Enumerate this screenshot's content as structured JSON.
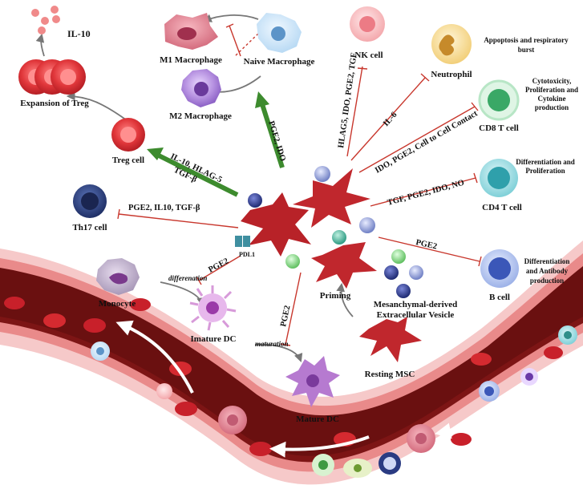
{
  "cells": {
    "il10": "IL-10",
    "expansion_treg": "Expansion of Treg",
    "treg": "Treg cell",
    "th17": "Th17 cell",
    "m1": "M1 Macrophage",
    "naive_mac": "Naive Macrophage",
    "m2": "M2 Macrophage",
    "nk": "NK cell",
    "neutrophil": "Neutrophil",
    "neutrophil_effect_1": "Appoptosis and respiratory",
    "neutrophil_effect_2": "burst",
    "cd8": "CD8 T cell",
    "cd8_effect_1": "Cytotoxicity,",
    "cd8_effect_2": "Proliferation and",
    "cd8_effect_3": "Cytokine",
    "cd8_effect_4": "production",
    "cd4": "CD4 T cell",
    "cd4_effect_1": "Differentiation and",
    "cd4_effect_2": "Proliferation",
    "bcell": "B cell",
    "b_effect_1": "Differentiation",
    "b_effect_2": "and Antibody",
    "b_effect_3": "production",
    "monocyte": "Monocyte",
    "differentiation": "differenation",
    "immature_dc": "Imature DC",
    "maturation": "maturation",
    "mature_dc": "Mature DC",
    "priming": "Priming",
    "resting_msc": "Resting MSC",
    "vesicle_1": "Mesanchymal-derived",
    "vesicle_2": "Extracellular Vesicle",
    "pdl1": "PDL1"
  },
  "edges": {
    "treg_1": "IL-10, HLAG-5",
    "treg_2": "TGF-β",
    "m2": "PGE2, IDO",
    "th17": "PGE2, IL10, TGF-β",
    "nk": "HLAG5, IDO, PGE2, TGF",
    "neutrophil": "IL-6",
    "cd8": "IDO, PGE2, Cell to Cell Contact",
    "cd4": "TGF, PGE2, IDO, NO",
    "bcell": "PGE2",
    "dc_left": "PGE2",
    "dc_down": "PGE2"
  },
  "colors": {
    "inhibit": "#c8372d",
    "promote": "#3d8b2e",
    "msc": "#c0272d",
    "vessel": "#6a1010",
    "vessel_wall": "#e98a8a"
  }
}
